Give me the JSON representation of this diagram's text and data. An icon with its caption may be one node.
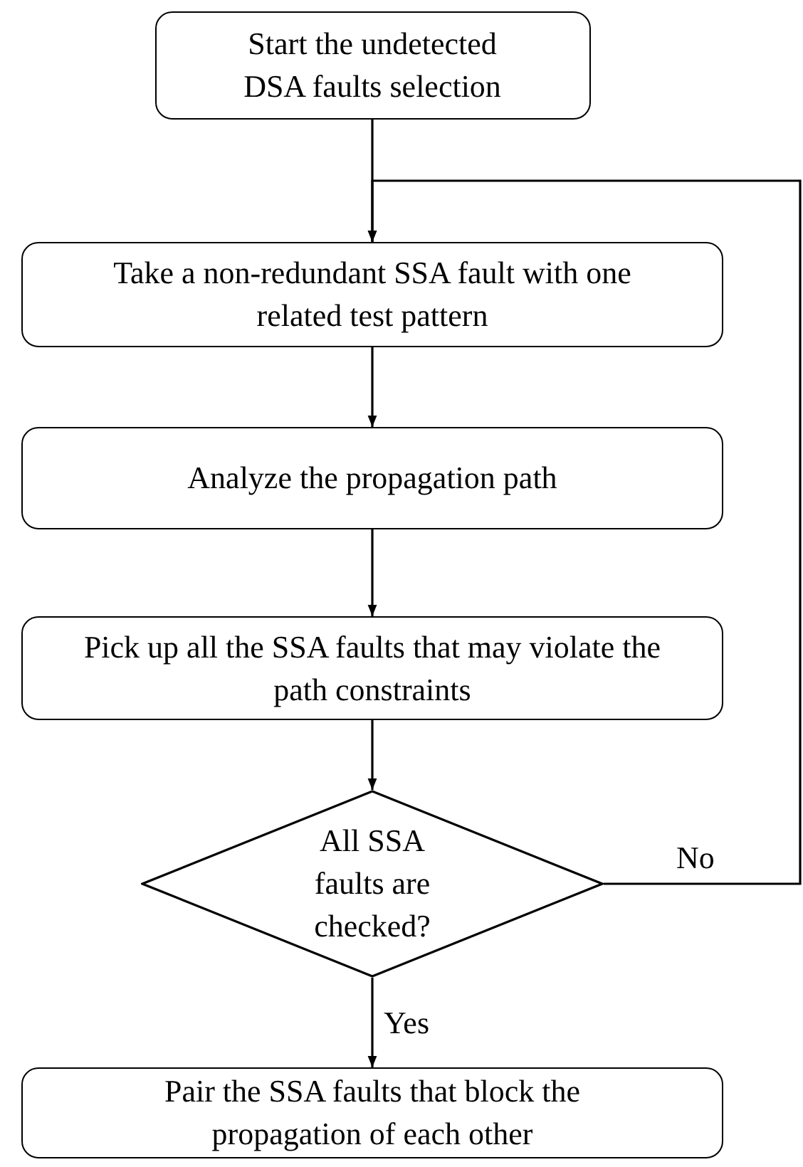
{
  "diagram": {
    "nodes": [
      {
        "text": [
          "Start the undetected DSA faults selection"
        ]
      },
      {
        "text": [
          "Take a non-redundant SSA fault with one related test pattern"
        ]
      },
      {
        "text": [
          "Analyze the propagation path"
        ]
      },
      {
        "text": [
          "Pick up all the SSA faults that may violate the path constraints"
        ]
      },
      {
        "text": [
          "All SSA faults are checked?"
        ]
      },
      {
        "text": [
          "Pair the SSA faults that block the propagation of each other"
        ]
      }
    ],
    "edges": [
      {
        "from": 0,
        "to": 1,
        "arrow": "to"
      },
      {
        "from": 1,
        "to": 2,
        "arrow": "to"
      },
      {
        "from": 2,
        "to": 3,
        "arrow": "to"
      },
      {
        "from": 3,
        "to": 4,
        "arrow": "to"
      },
      {
        "from": 4,
        "to": 5,
        "arrow": "to",
        "label": "Yes"
      },
      {
        "from": 4,
        "to": 1,
        "arrow": "to",
        "label": "No"
      }
    ]
  }
}
